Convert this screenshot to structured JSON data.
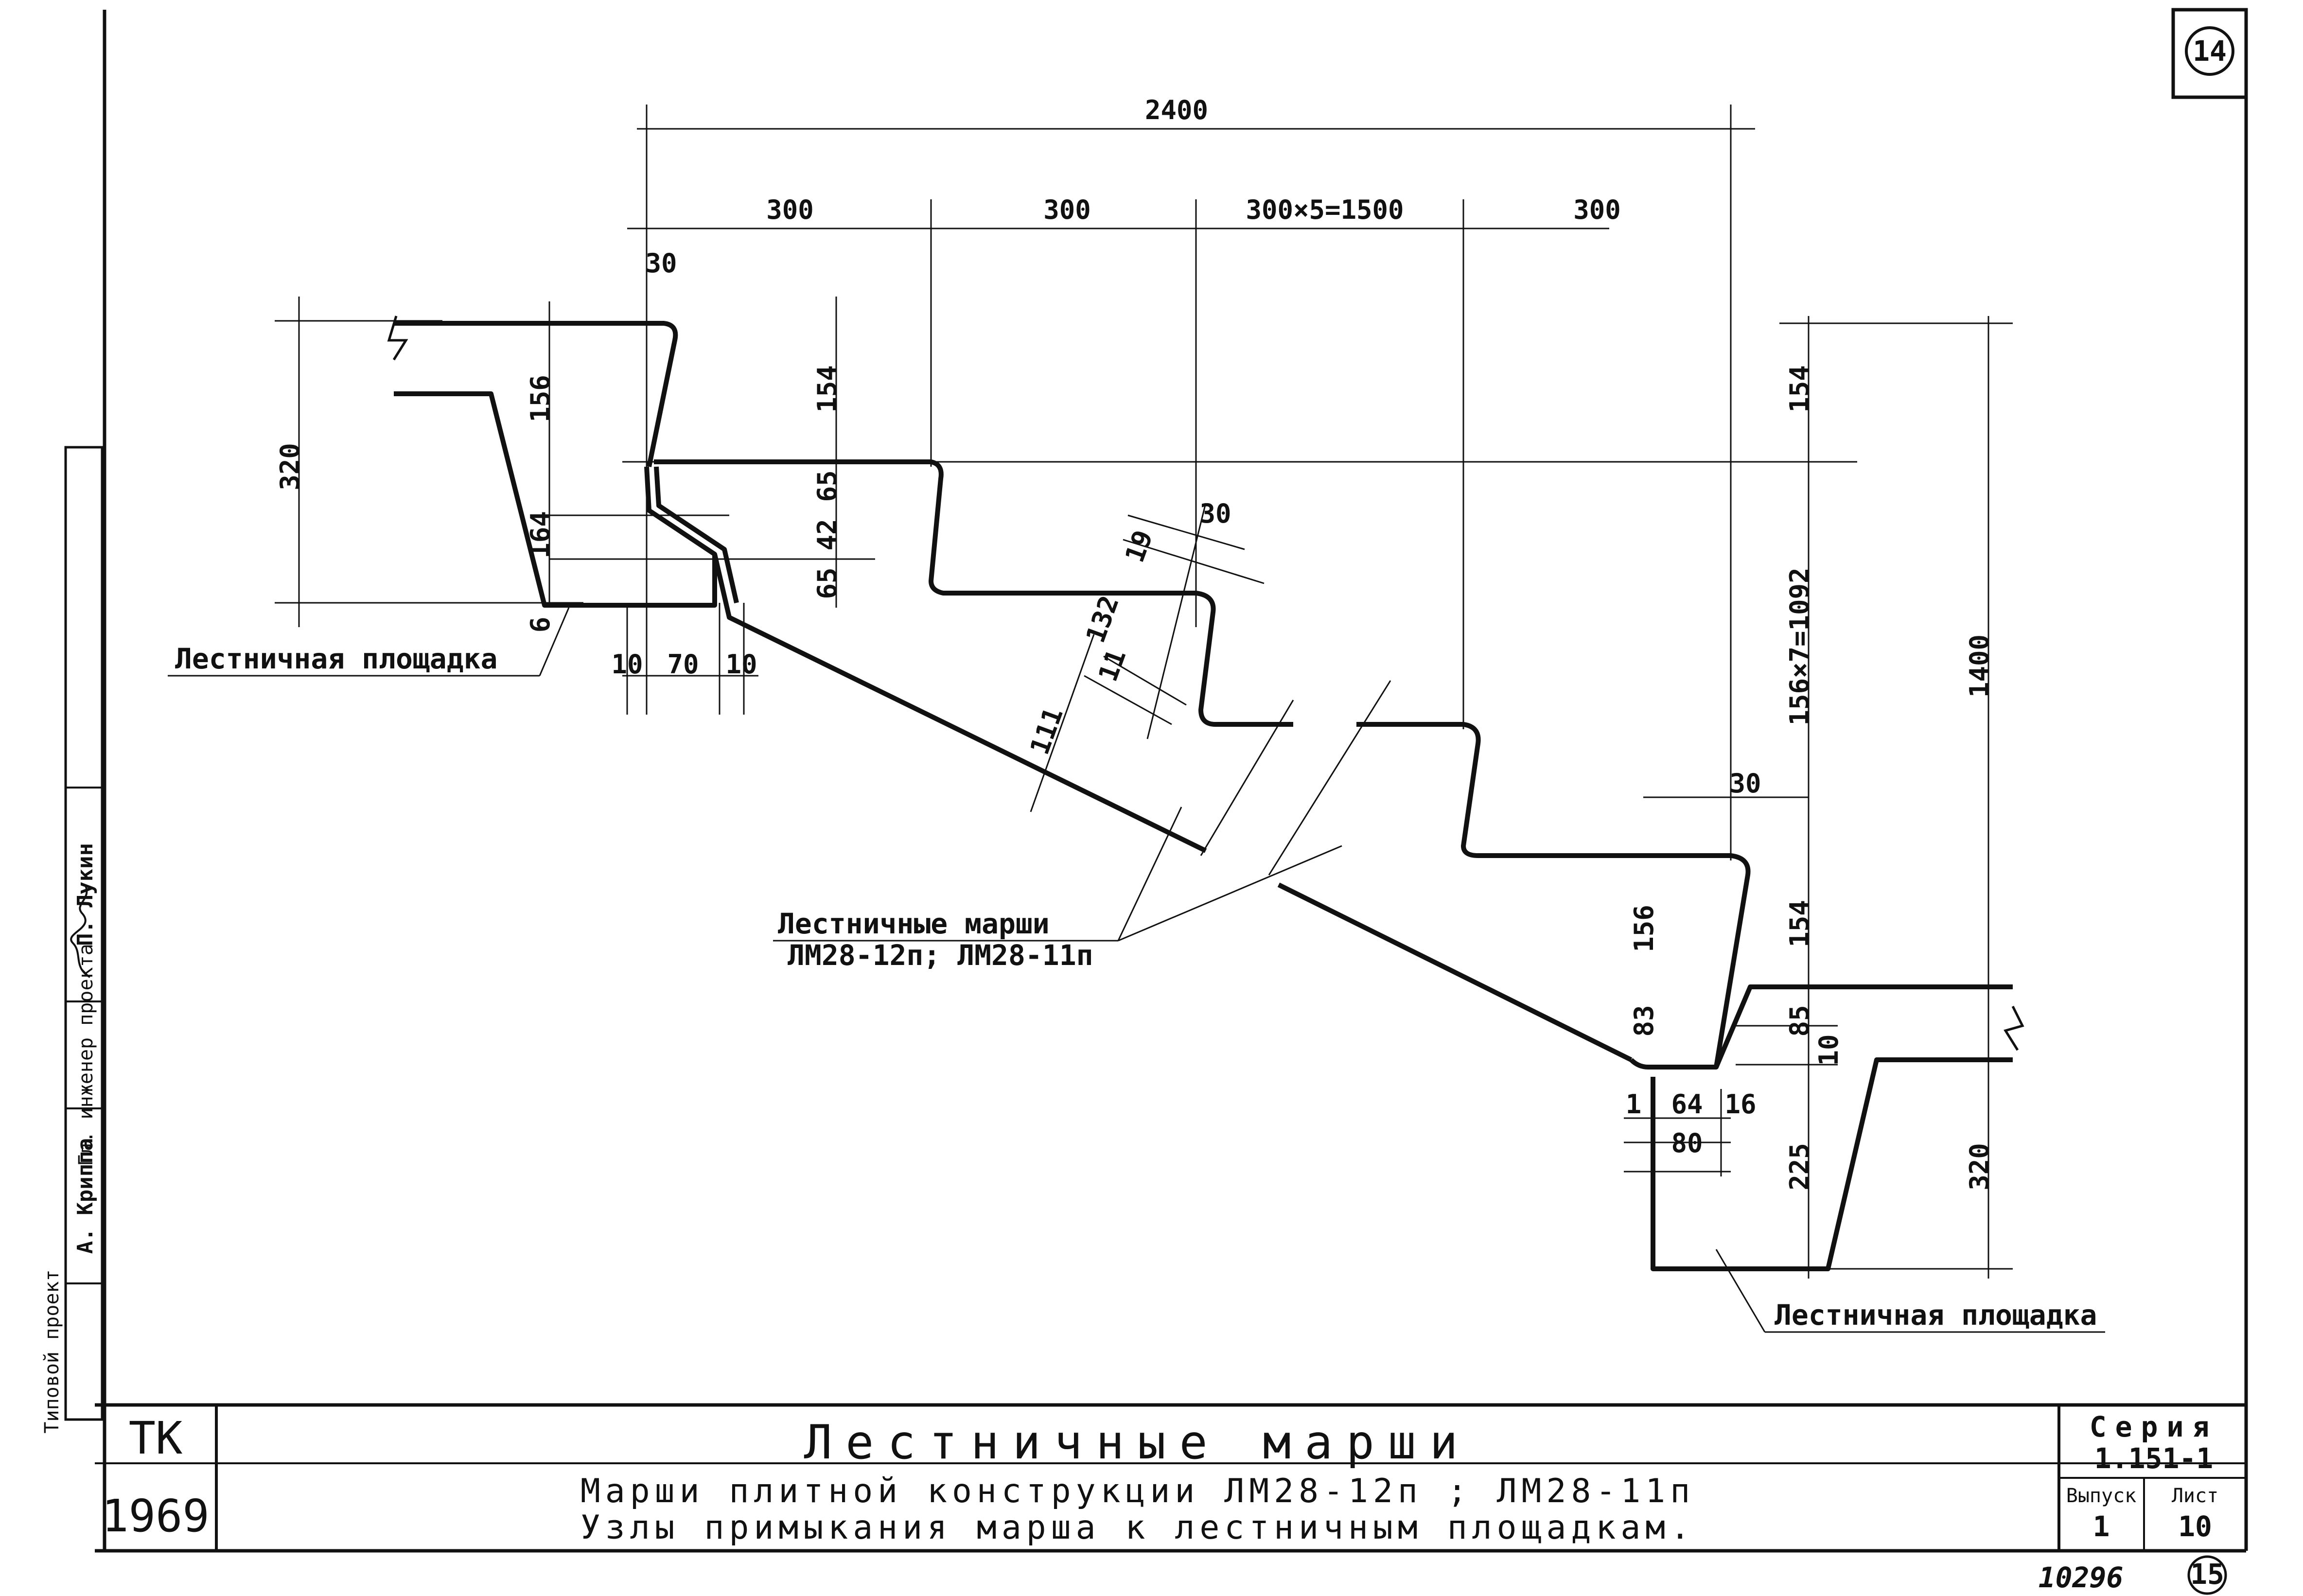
{
  "sheet": {
    "sheet_number_top": "14",
    "sheet_number_bottom": "15",
    "archive_number": "10296"
  },
  "dimensions": {
    "overall_width": "2400",
    "tread_1": "300",
    "tread_2": "300",
    "tread_middle": "300×5=1500",
    "tread_last": "300",
    "top_gap": "30",
    "top_rise": "156",
    "top_upper": "154",
    "top_step_65a": "65",
    "top_step_42": "42",
    "top_step_65b": "65",
    "top_landing_320": "320",
    "top_landing_164": "164",
    "top_landing_6": "6",
    "top_10a": "10",
    "top_70": "70",
    "top_10b": "10",
    "mid_19": "19",
    "mid_30": "30",
    "mid_132": "132",
    "mid_11": "11",
    "mid_111": "111",
    "right_154_top": "154",
    "right_total_rise": "156×7=1092",
    "right_1400": "1400",
    "bottom_30": "30",
    "bottom_156": "156",
    "bottom_154": "154",
    "bottom_83": "83",
    "bottom_85": "85",
    "bottom_10": "10",
    "bottom_1": "1",
    "bottom_64": "64",
    "bottom_16": "16",
    "bottom_80": "80",
    "bottom_225": "225",
    "bottom_320": "320"
  },
  "labels": {
    "landing_top": "Лестничная площадка",
    "landing_bottom": "Лестничная площадка",
    "flights_line1": "Лестничные марши",
    "flights_line2": "ЛМ28-12п; ЛМ28-11п"
  },
  "stamp": {
    "author": "А. Криппа",
    "role": "Гл. инженер проекта",
    "checker": "П. Лукин",
    "margin_note": "Типовой проект"
  },
  "title_block": {
    "org": "ТК",
    "year": "1969",
    "title": "Лестничные марши",
    "subtitle_line1": "Марши плитной конструкции ЛМ28-12п ; ЛМ28-11п",
    "subtitle_line2": "Узлы примыкания марша к лестничным площадкам.",
    "series_label": "Серия",
    "series_value": "1.151-1",
    "issue_label": "Выпуск",
    "issue_value": "1",
    "sheet_label": "Лист",
    "sheet_value": "10"
  }
}
